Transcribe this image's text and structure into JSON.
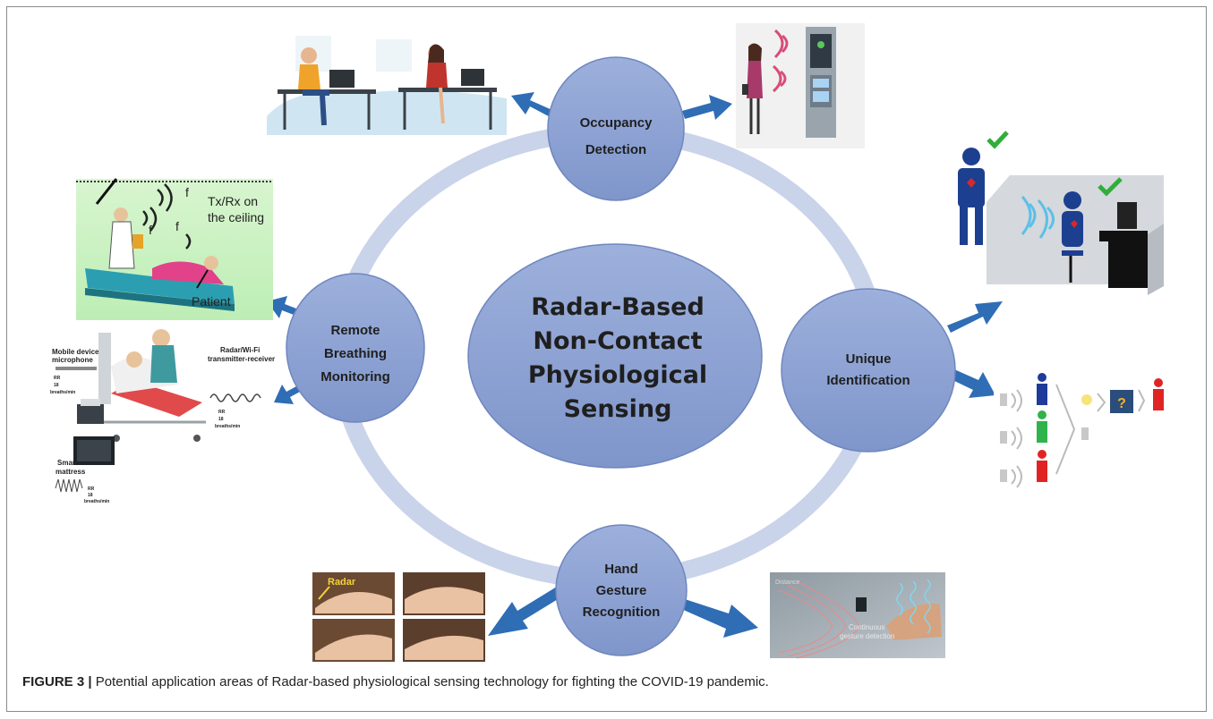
{
  "center": {
    "line1": "Radar-Based",
    "line2": "Non-Contact",
    "line3": "Physiological",
    "line4": "Sensing"
  },
  "nodes": {
    "occupancy": [
      "Occupancy",
      "Detection"
    ],
    "breathing": [
      "Remote",
      "Breathing",
      "Monitoring"
    ],
    "identification": [
      "Unique",
      "Identification"
    ],
    "gesture": [
      "Hand",
      "Gesture",
      "Recognition"
    ]
  },
  "illustration_labels": {
    "ceiling_txrx_1": "Tx/Rx on",
    "ceiling_txrx_2": "the ceiling",
    "patient": "Patient",
    "freq": "f",
    "mobile_mic_1": "Mobile device",
    "mobile_mic_2": "microphone",
    "radar_wifi_1": "Radar/Wi-Fi",
    "radar_wifi_2": "transmitter-receiver",
    "smart_mattress_1": "Smart",
    "smart_mattress_2": "mattress",
    "rr_1": "RR",
    "rr_2": "18",
    "rr_3": "breaths/min",
    "radar": "Radar",
    "continuous_1": "Continuous",
    "continuous_2": "gesture detection",
    "distance": "Distance",
    "question": "?"
  },
  "caption": {
    "label": "FIGURE 3 |",
    "text": " Potential application areas of Radar-based physiological sensing technology for fighting the COVID-19 pandemic."
  },
  "colors": {
    "node_fill": "#8ea3d3",
    "node_stroke": "#6f86bf",
    "ring": "#c9d3ea",
    "arrow": "#2f6db5",
    "check": "#2fae3a"
  }
}
